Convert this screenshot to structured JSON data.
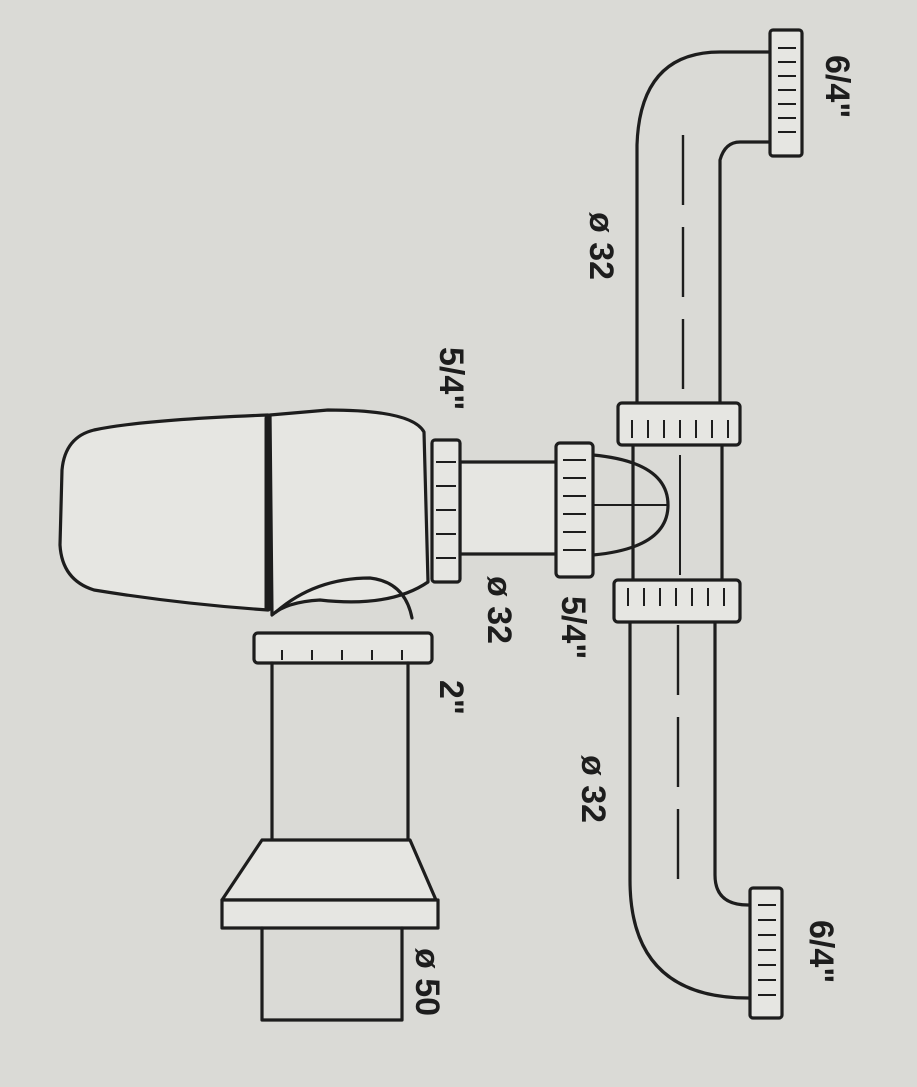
{
  "labels": {
    "top_right_thread": "6/4\"",
    "bottom_right_thread": "6/4\"",
    "upper_branch_diameter": "ø 32",
    "lower_branch_diameter": "ø 32",
    "inlet_thread": "5/4\"",
    "connector_thread": "5/4\"",
    "connector_diameter": "ø 32",
    "trap_nut_thread": "2\"",
    "outlet_diameter": "ø 50"
  }
}
